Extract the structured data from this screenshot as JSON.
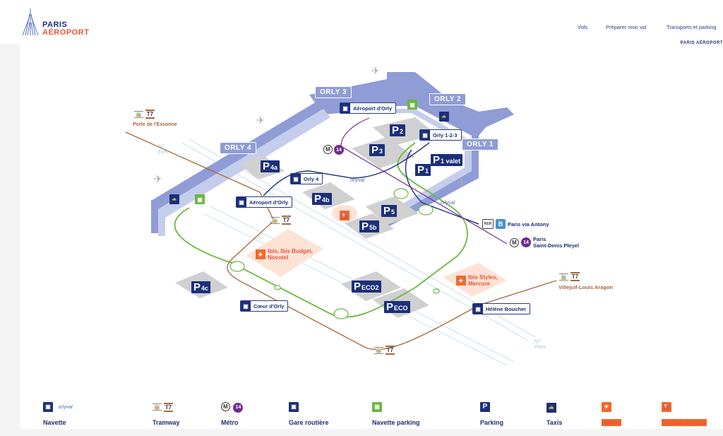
{
  "header": {
    "logo": {
      "line1": "PARIS",
      "line2": "AÉROPORT"
    },
    "nav": [
      "Vols",
      "Préparer mon vol",
      "Transports et parking"
    ],
    "corner_logo": "PARIS AÉROPORT"
  },
  "map": {
    "terminals": [
      "ORLY 4",
      "ORLY 3",
      "ORLY 2",
      "ORLY 1"
    ],
    "stations": {
      "aeroport_dorly_top": "Aéroport d'Orly",
      "orly_123": "Orly 1-2-3",
      "orly_4": "Orly 4",
      "aeroport_dorly_tram": "Aéroport d'Orly",
      "coeur_dorly": "Cœur d'Orly",
      "helene_boucher": "Hélène Boucher"
    },
    "parkings": [
      {
        "id": "P2",
        "letter": "P",
        "sub": "2"
      },
      {
        "id": "P3",
        "letter": "P",
        "sub": "3"
      },
      {
        "id": "P1",
        "letter": "P",
        "sub": "1"
      },
      {
        "id": "P1valet",
        "letter": "P",
        "sub": "1 valet"
      },
      {
        "id": "P4a",
        "letter": "P",
        "sub": "4a"
      },
      {
        "id": "P4b",
        "letter": "P",
        "sub": "4b"
      },
      {
        "id": "P5",
        "letter": "P",
        "sub": "5"
      },
      {
        "id": "P5b",
        "letter": "P",
        "sub": "5b"
      },
      {
        "id": "P4c",
        "letter": "P",
        "sub": "4c"
      },
      {
        "id": "PECO2",
        "letter": "P",
        "sub": "ECO2"
      },
      {
        "id": "PECO",
        "letter": "P",
        "sub": "ECO"
      }
    ],
    "hotels": {
      "west": "Ibis, Ibis Budget, Novotel",
      "east": "Ibis Styles, Mercure"
    },
    "destinations": {
      "porte_essonne": "Porte de l'Essonne",
      "villejuif": "Villejuif-Louis Aragon",
      "rer_b": "Paris via Antony",
      "metro14_line1": "Paris",
      "metro14_line2": "Saint-Denis Pleyel"
    },
    "roads": {
      "n7_south": {
        "road": "N7",
        "city": "Évry"
      },
      "n7_north": {
        "road": "N7",
        "city": "Paris"
      }
    },
    "badges": {
      "t7": "T7",
      "m": "M",
      "line14": "14",
      "rer": "RER",
      "b": "B",
      "taxi": "Taxis",
      "orlyval": "orlyval"
    }
  },
  "legend": [
    {
      "label": "Navette",
      "icon": "shuttle-icon"
    },
    {
      "label": "Tramway",
      "icon": "tram-icon"
    },
    {
      "label": "Métro",
      "icon": "metro-icon"
    },
    {
      "label": "Gare routière",
      "icon": "bus-station-icon"
    },
    {
      "label": "Navette parking",
      "icon": "parking-shuttle-icon"
    },
    {
      "label": "Parking",
      "icon": "parking-icon"
    },
    {
      "label": "Taxis",
      "icon": "taxi-icon"
    },
    {
      "label": "Hôtels",
      "icon": "hotel-icon"
    },
    {
      "label": "Station service",
      "icon": "fuel-station-icon"
    }
  ],
  "colors": {
    "navy": "#1b2f7a",
    "terminal": "#8f9cd6",
    "parking_shuttle": "#6ab83c",
    "tram": "#a5683c",
    "metro14": "#6e2d91",
    "rer_b": "#4b8fd2",
    "hotel": "#ee6a2d",
    "brand_red": "#e8553a"
  }
}
